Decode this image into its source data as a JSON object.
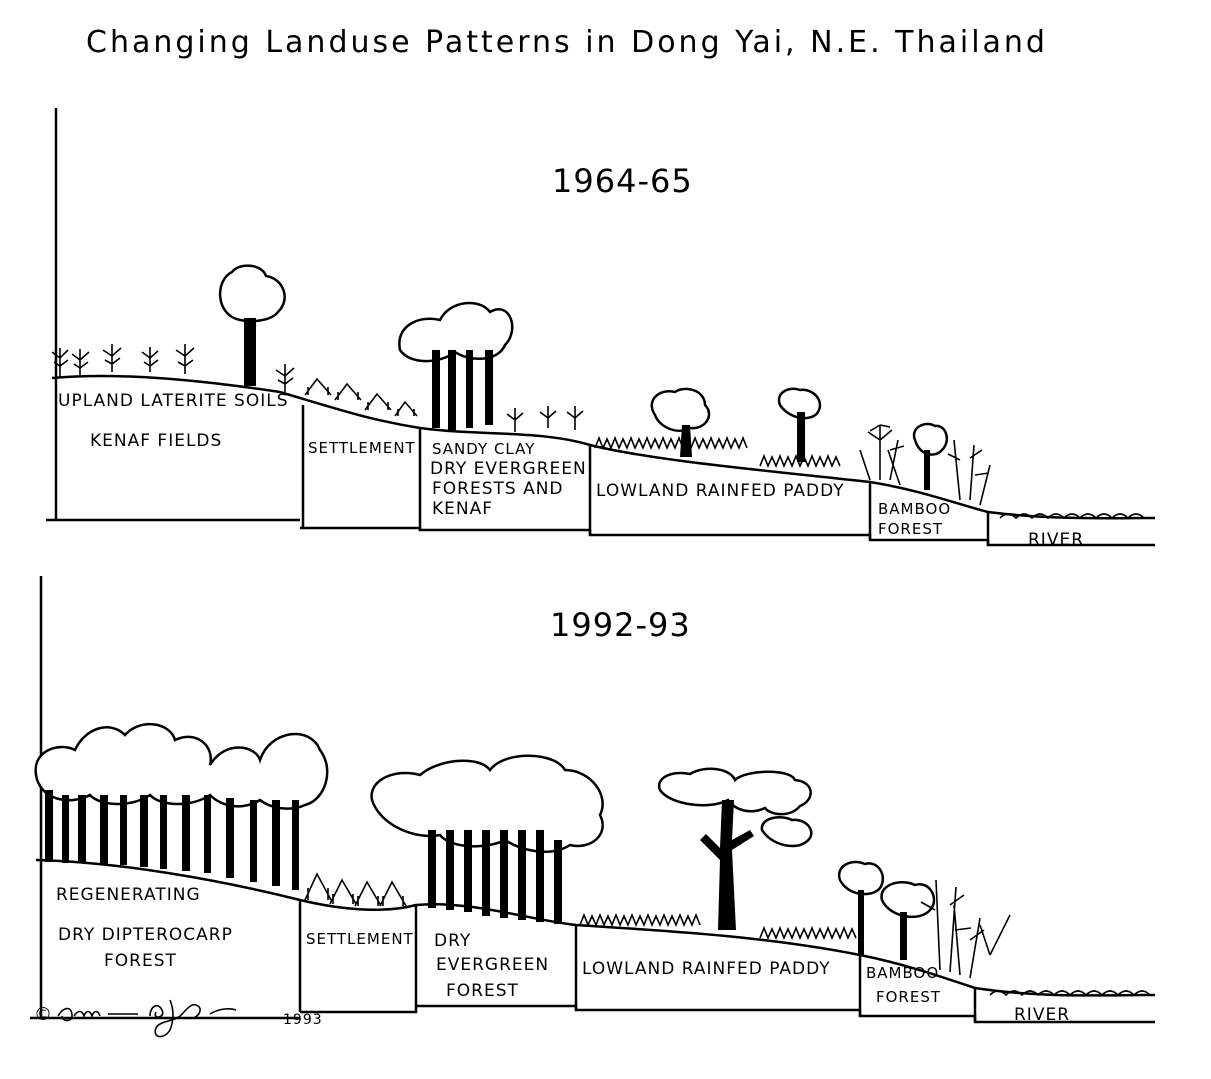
{
  "title": "Changing Landuse Patterns in Dong Yai, N.E. Thailand",
  "panels": [
    {
      "period": "1964-65",
      "zones": [
        {
          "lines": [
            "UPLAND LATERITE SOILS",
            "KENAF FIELDS"
          ]
        },
        {
          "lines": [
            "SETTLEMENT"
          ]
        },
        {
          "lines": [
            "SANDY CLAY",
            "DRY EVERGREEN",
            "FORESTS AND",
            "KENAF"
          ]
        },
        {
          "lines": [
            "LOWLAND RAINFED PADDY"
          ]
        },
        {
          "lines": [
            "BAMBOO",
            "FOREST"
          ]
        },
        {
          "lines": [
            "RIVER"
          ]
        }
      ]
    },
    {
      "period": "1992-93",
      "zones": [
        {
          "lines": [
            "REGENERATING",
            "DRY DIPTEROCARP",
            "FOREST"
          ]
        },
        {
          "lines": [
            "SETTLEMENT"
          ]
        },
        {
          "lines": [
            "DRY",
            "EVERGREEN",
            "FOREST"
          ]
        },
        {
          "lines": [
            "LOWLAND RAINFED PADDY"
          ]
        },
        {
          "lines": [
            "BAMBOO",
            "FOREST"
          ]
        },
        {
          "lines": [
            "RIVER"
          ]
        }
      ]
    }
  ],
  "signature": {
    "copyright_symbol": "©",
    "year": "1993"
  },
  "icons": [
    "tree-icon",
    "kenaf-plant-icon",
    "house-icon",
    "grass-icon",
    "bamboo-icon",
    "water-wave-icon"
  ]
}
